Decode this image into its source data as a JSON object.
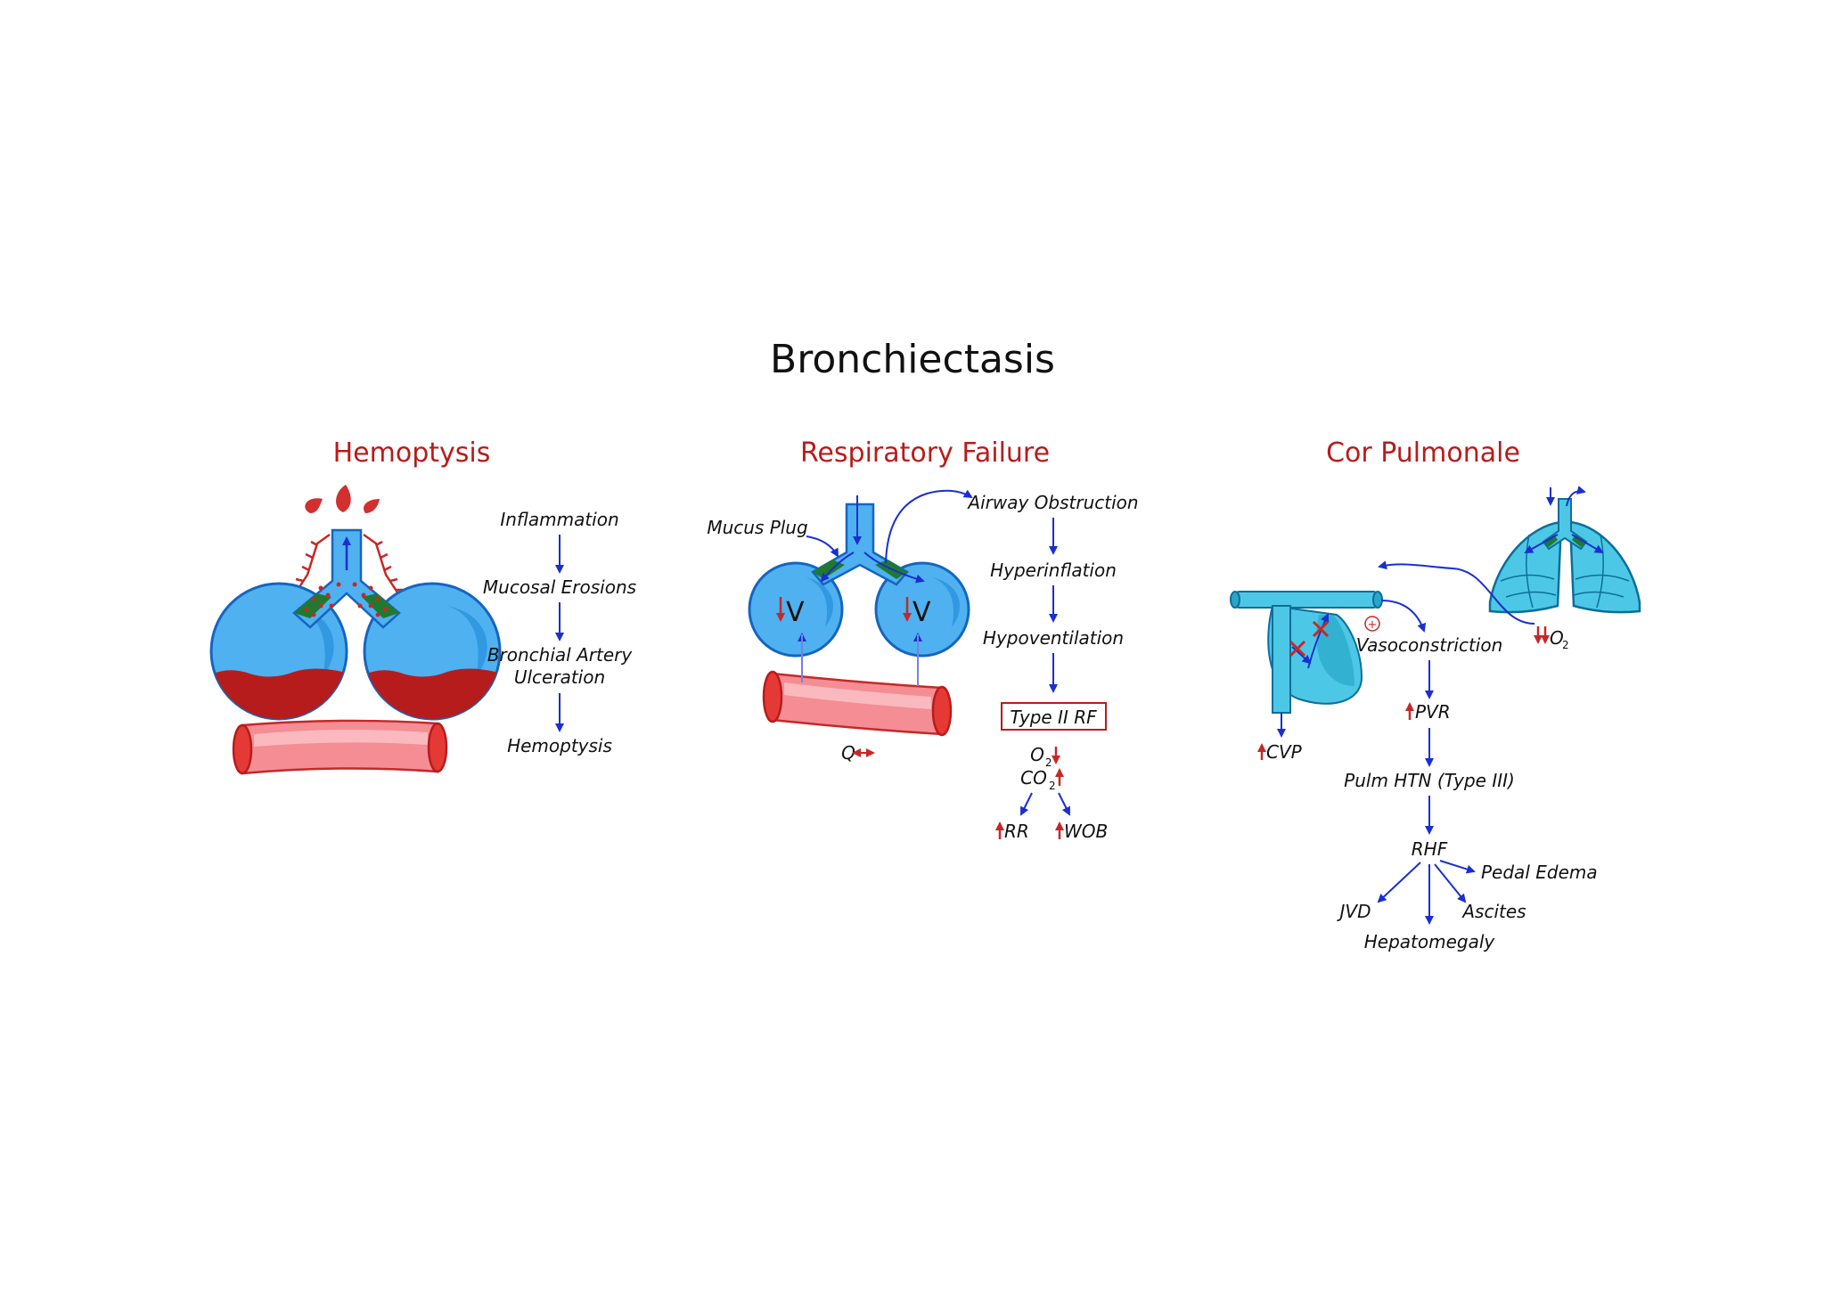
{
  "title": "Bronchiectasis",
  "colors": {
    "accent_red": "#b71c1c",
    "flow_blue": "#1a2fd0",
    "alveolus_blue": "#4fb1f0",
    "mucus_green": "#1f7a2f",
    "vessel_pink": "#f58d95",
    "heart_cyan": "#4cc8e6"
  },
  "hemoptysis": {
    "heading": "Hemoptysis",
    "steps": [
      "Inflammation",
      "Mucosal Erosions",
      "Bronchial Artery",
      "Ulceration",
      "Hemoptysis"
    ]
  },
  "respiratory": {
    "heading": "Respiratory Failure",
    "mucus_plug": "Mucus Plug",
    "steps": [
      "Airway Obstruction",
      "Hyperinflation",
      "Hypoventilation"
    ],
    "box": "Type II RF",
    "o2": "O",
    "co2": "CO",
    "sub2": "2",
    "rr": "RR",
    "wob": "WOB",
    "v_label": "V",
    "q_label": "Q"
  },
  "cor": {
    "heading": "Cor Pulmonale",
    "o2": "O",
    "sub2": "2",
    "vasoconstriction": "Vasoconstriction",
    "plus": "+",
    "pvr": "PVR",
    "cvp": "CVP",
    "pulm_htn": "Pulm HTN (Type III)",
    "rhf": "RHF",
    "pedal_edema": "Pedal Edema",
    "jvd": "JVD",
    "ascites": "Ascites",
    "hepatomegaly": "Hepatomegaly"
  }
}
